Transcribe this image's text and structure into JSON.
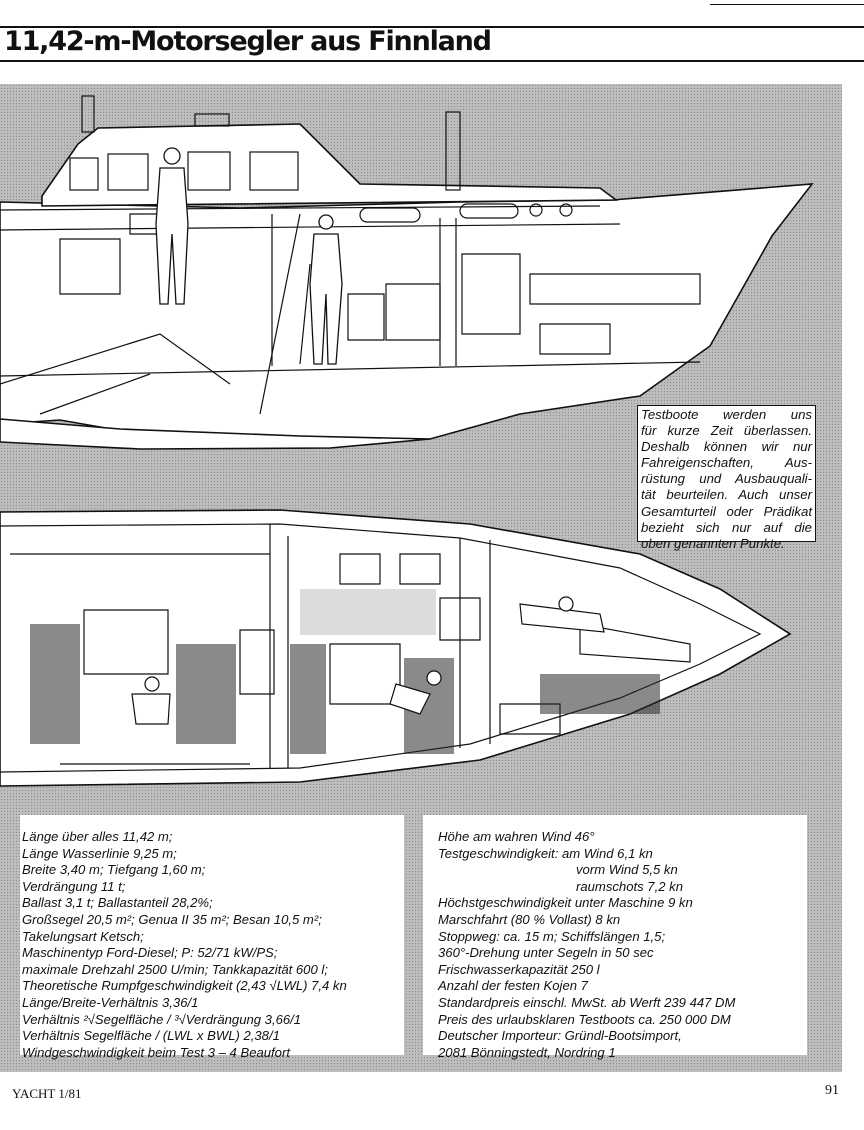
{
  "headline": "11,42-m-Motorsegler aus Finnland",
  "notice": {
    "lines": [
      "Testboote werden uns",
      "für kurze Zeit überlassen.",
      "Deshalb können wir nur",
      "Fahreigenschaften, Aus-",
      "rüstung und Ausbauquali-",
      "tät beurteilen. Auch unser",
      "Gesamturteil oder Prädikat",
      "bezieht sich nur auf die",
      "oben genannten Punkte."
    ]
  },
  "specs_left": [
    "Länge über alles 11,42 m;",
    "Länge Wasserlinie 9,25 m;",
    "Breite 3,40 m; Tiefgang 1,60 m;",
    "Verdrängung 11 t;",
    "Ballast 3,1 t; Ballastanteil 28,2%;",
    "Großsegel 20,5 m²; Genua II 35 m²; Besan 10,5 m²;",
    "Takelungsart Ketsch;",
    "Maschinentyp Ford-Diesel; P: 52/71 kW/PS;",
    "maximale Drehzahl 2500 U/min; Tankkapazität 600 l;",
    "Theoretische Rumpfgeschwindigkeit (2,43 √LWL) 7,4 kn",
    "Länge/Breite-Verhältnis 3,36/1",
    "Verhältnis ²√Segelfläche / ³√Verdrängung 3,66/1",
    "Verhältnis Segelfläche / (LWL x BWL) 2,38/1",
    "Windgeschwindigkeit beim Test 3 – 4 Beaufort"
  ],
  "specs_right": [
    "Höhe am wahren Wind 46°",
    "Testgeschwindigkeit: am Wind 6,1 kn",
    "vorm Wind 5,5 kn",
    "raumschots 7,2 kn",
    "Höchstgeschwindigkeit unter Maschine 9 kn",
    "Marschfahrt (80 % Vollast) 8 kn",
    "Stoppweg: ca. 15 m; Schiffslängen 1,5;",
    "360°-Drehung unter Segeln in 50 sec",
    "Frischwasserkapazität 250 l",
    "Anzahl der festen Kojen 7",
    "Standardpreis einschl. MwSt. ab Werft 239 447 DM",
    "Preis des urlaubsklaren Testboots ca. 250 000 DM",
    "Deutscher Importeur: Gründl-Bootsimport,",
    "2081 Bönningstedt, Nordring 1"
  ],
  "footer": {
    "magazine": "YACHT 1/81",
    "page_number": "91"
  }
}
